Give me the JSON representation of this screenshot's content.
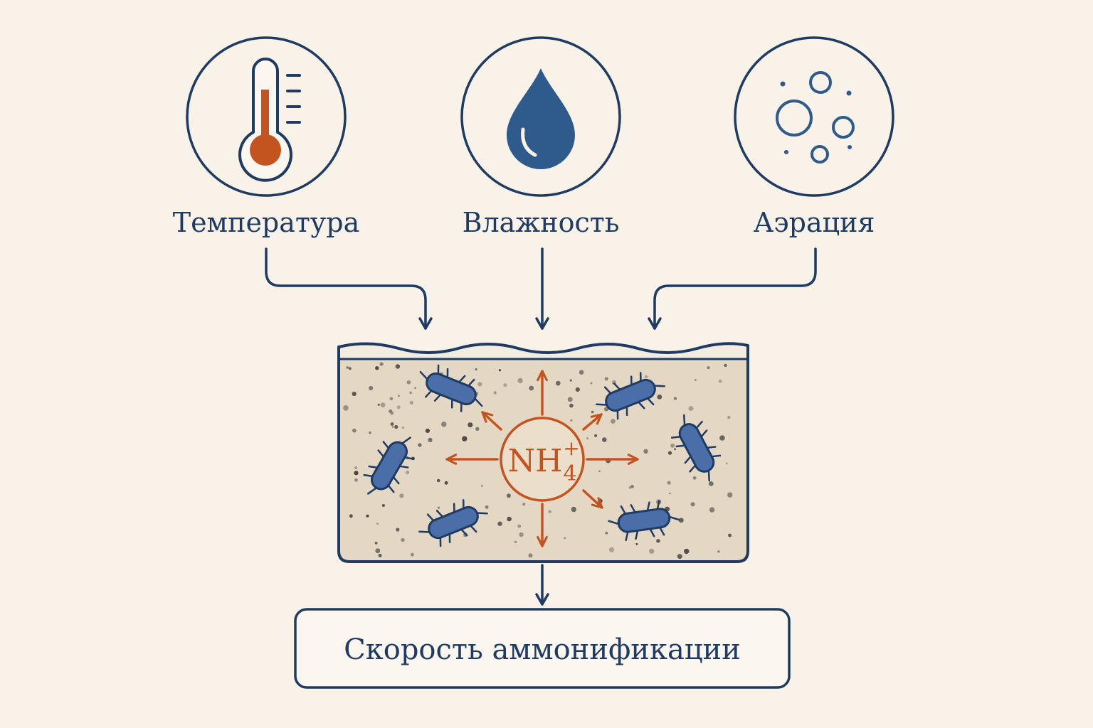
{
  "factors": {
    "temperature": {
      "label": "Температура",
      "icon": "thermometer-icon"
    },
    "moisture": {
      "label": "Влажность",
      "icon": "water-drop-icon"
    },
    "aeration": {
      "label": "Аэрация",
      "icon": "air-bubbles-icon"
    }
  },
  "soil": {
    "ion": {
      "base": "NH",
      "subscript": "4",
      "superscript": "+"
    },
    "organism_icon": "bacteria-icon"
  },
  "result": {
    "label": "Скорость аммонификации"
  },
  "colors": {
    "navy": "#1f3b61",
    "blue": "#2f5b8c",
    "bacteria_fill": "#4a6fa8",
    "orange": "#c4541f",
    "soil": "#e4d8c5",
    "background": "#f8f2e9"
  }
}
